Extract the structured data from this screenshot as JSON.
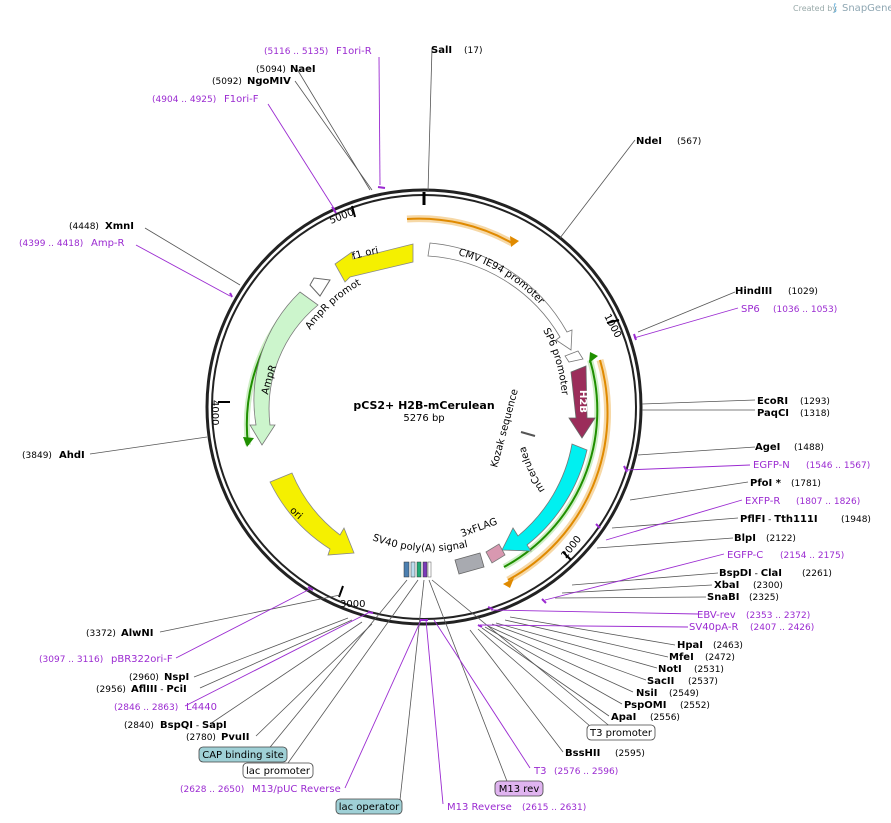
{
  "credit": {
    "created_by": "Created by",
    "brand": "SnapGene"
  },
  "map": {
    "name": "pCS2+ H2B-mCerulean",
    "length": "5276 bp",
    "ticks": [
      "1000",
      "2000",
      "3000",
      "4000",
      "5000"
    ]
  },
  "features": {
    "f1_ori": "f1 ori",
    "ampr_promoter": "AmpR promoter",
    "ampr": "AmpR",
    "ori": "ori",
    "cmv": "CMV IE94 promoter",
    "sp6_promoter": "SP6 promoter",
    "h2b": "H2B",
    "kozak": "Kozak sequence",
    "mcerulean": "mCerulean",
    "flag": "3xFLAG",
    "sv40": "SV40 poly(A) signal"
  },
  "enzymes": {
    "sali": {
      "name": "SalI",
      "pos": "(17)"
    },
    "ndei": {
      "name": "NdeI",
      "pos": "(567)"
    },
    "hindiii": {
      "name": "HindIII",
      "pos": "(1029)"
    },
    "ecori": {
      "name": "EcoRI",
      "pos": "(1293)"
    },
    "paqci": {
      "name": "PaqCI",
      "pos": "(1318)"
    },
    "agei": {
      "name": "AgeI",
      "pos": "(1488)"
    },
    "pfoi": {
      "name": "PfoI *",
      "pos": "(1781)"
    },
    "pflfi": {
      "name": "PflFI",
      "sep": " - ",
      "name2": "Tth111I",
      "pos": "(1948)"
    },
    "blpi": {
      "name": "BlpI",
      "pos": "(2122)"
    },
    "bspdi": {
      "name": "BspDI",
      "sep": " - ",
      "name2": "ClaI",
      "pos": "(2261)"
    },
    "xbai": {
      "name": "XbaI",
      "pos": "(2300)"
    },
    "snabi": {
      "name": "SnaBI",
      "pos": "(2325)"
    },
    "hpai": {
      "name": "HpaI",
      "pos": "(2463)"
    },
    "mfei": {
      "name": "MfeI",
      "pos": "(2472)"
    },
    "noti": {
      "name": "NotI",
      "pos": "(2531)"
    },
    "sacii": {
      "name": "SacII",
      "pos": "(2537)"
    },
    "nsii": {
      "name": "NsiI",
      "pos": "(2549)"
    },
    "pspomi": {
      "name": "PspOMI",
      "pos": "(2552)"
    },
    "apai": {
      "name": "ApaI",
      "pos": "(2556)"
    },
    "bsshii": {
      "name": "BssHII",
      "pos": "(2595)"
    },
    "alwni": {
      "name": "AlwNI",
      "pos": "(3372)"
    },
    "nspi": {
      "name": "NspI",
      "pos": "(2960)"
    },
    "afliii": {
      "name": "AflIII",
      "sep": " - ",
      "name2": "PciI",
      "pos": "(2956)"
    },
    "bspqi": {
      "name": "BspQI",
      "sep": " - ",
      "name2": "SapI",
      "pos": "(2840)"
    },
    "pvuii": {
      "name": "PvuII",
      "pos": "(2780)"
    },
    "ahdi": {
      "name": "AhdI",
      "pos": "(3849)"
    },
    "xmni": {
      "name": "XmnI",
      "pos": "(4448)"
    },
    "naei": {
      "name": "NaeI",
      "pos": "(5094)"
    },
    "ngomiv": {
      "name": "NgoMIV",
      "pos": "(5092)"
    }
  },
  "primers": {
    "f1ori_r": {
      "name": "F1ori-R",
      "pos": "(5116 .. 5135)"
    },
    "f1ori_f": {
      "name": "F1ori-F",
      "pos": "(4904 .. 4925)"
    },
    "amp_r": {
      "name": "Amp-R",
      "pos": "(4399 .. 4418)"
    },
    "sp6": {
      "name": "SP6",
      "pos": "(1036 .. 1053)"
    },
    "egfp_n": {
      "name": "EGFP-N",
      "pos": "(1546 .. 1567)"
    },
    "exfp_r": {
      "name": "EXFP-R",
      "pos": "(1807 .. 1826)"
    },
    "egfp_c": {
      "name": "EGFP-C",
      "pos": "(2154 .. 2175)"
    },
    "ebv_rev": {
      "name": "EBV-rev",
      "pos": "(2353 .. 2372)"
    },
    "sv40pa_r": {
      "name": "SV40pA-R",
      "pos": "(2407 .. 2426)"
    },
    "pbr322": {
      "name": "pBR322ori-F",
      "pos": "(3097 .. 3116)"
    },
    "l4440": {
      "name": "L4440",
      "pos": "(2846 .. 2863)"
    },
    "t3": {
      "name": "T3",
      "pos": "(2576 .. 2596)"
    },
    "m13puc": {
      "name": "M13/pUC Reverse",
      "pos": "(2628 .. 2650)"
    },
    "m13rev": {
      "name": "M13 Reverse",
      "pos": "(2615 .. 2631)"
    }
  },
  "boxed": {
    "t3_promoter": "T3 promoter",
    "cap": "CAP binding site",
    "lac_promoter": "lac promoter",
    "lac_operator": "lac operator",
    "m13_rev": "M13 rev"
  },
  "colors": {
    "backbone": "#222222",
    "yellow": "#f5f000",
    "green_light": "#ccf5cc",
    "purple": "#9b2d5a",
    "cyan": "#00f0f0",
    "pink": "#d898b0",
    "gray": "#a8aab0",
    "orange": "#e08a00",
    "green": "#1f8f00",
    "primer": "#9b2bd1"
  }
}
